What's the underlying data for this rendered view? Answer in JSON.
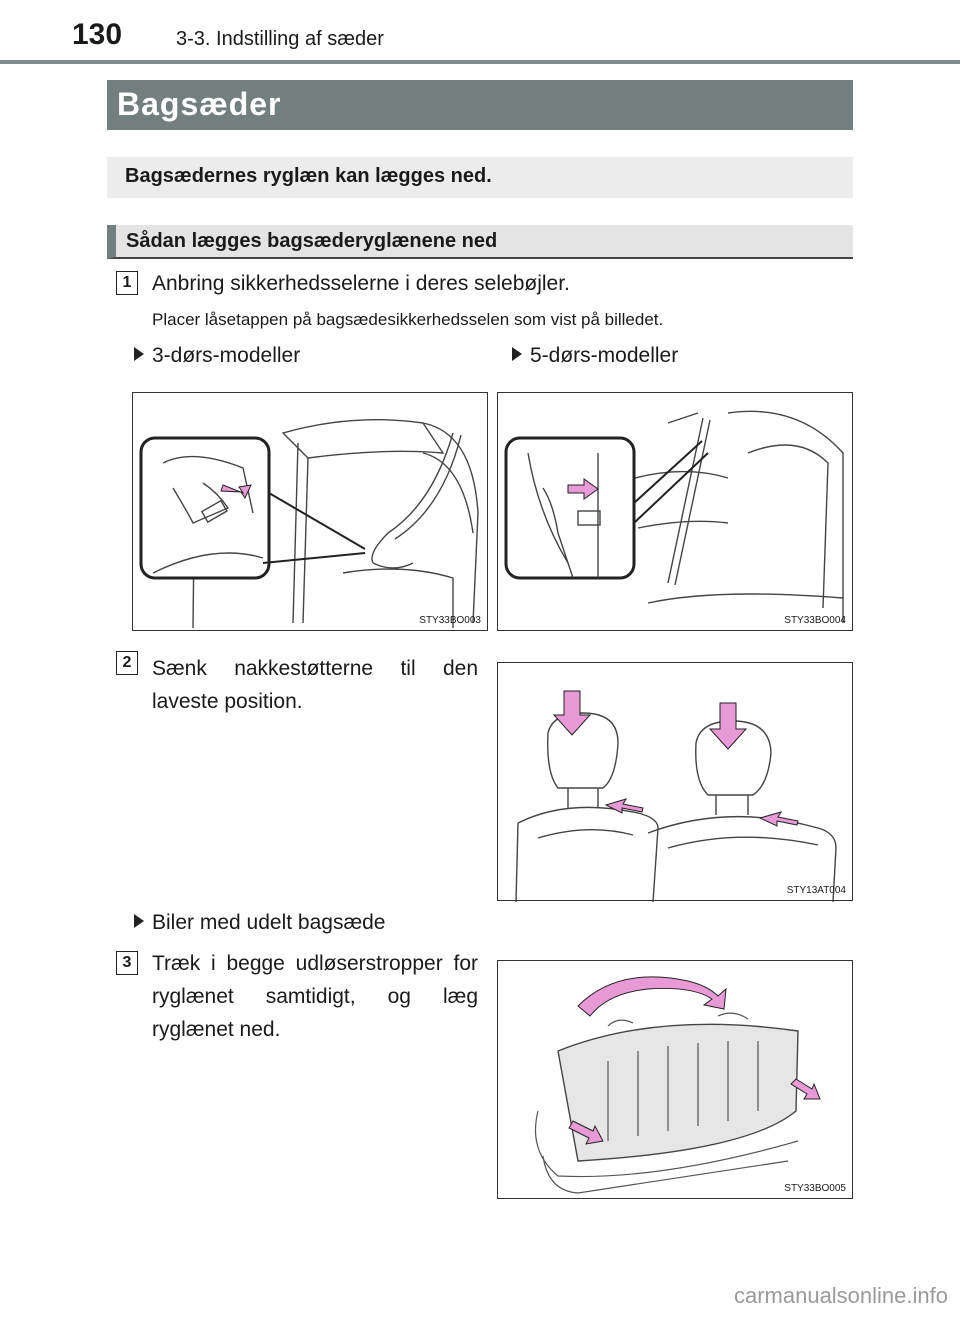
{
  "header": {
    "page_number": "130",
    "section": "3-3. Indstilling af sæder"
  },
  "title": "Bagsæder",
  "intro": "Bagsædernes ryglæn kan lægges ned.",
  "subheading": "Sådan lægges bagsæderyglænene ned",
  "steps": [
    {
      "number": "1",
      "text": "Anbring sikkerhedsselerne i deres selebøjler.",
      "note": "Placer låsetappen på bagsædesikkerhedsselen som vist på billedet."
    },
    {
      "number": "2",
      "text": "Sænk nakkestøtterne til den laveste position."
    },
    {
      "number": "3",
      "text": "Træk i begge udløserstropper for ryglænet samtidigt, og læg ryglænet ned."
    }
  ],
  "bullets": {
    "three_door": "3-dørs-modeller",
    "five_door": "5-dørs-modeller",
    "split": "Biler med udelt bagsæde"
  },
  "figures": {
    "fig1": "STY33BO003",
    "fig2": "STY33BO004",
    "fig3": "STY13AT004",
    "fig4": "STY33BO005"
  },
  "colors": {
    "title_bar": "#737f7e",
    "arrow_pink": "#e79ad6"
  },
  "watermark": "carmanualsonline.info"
}
